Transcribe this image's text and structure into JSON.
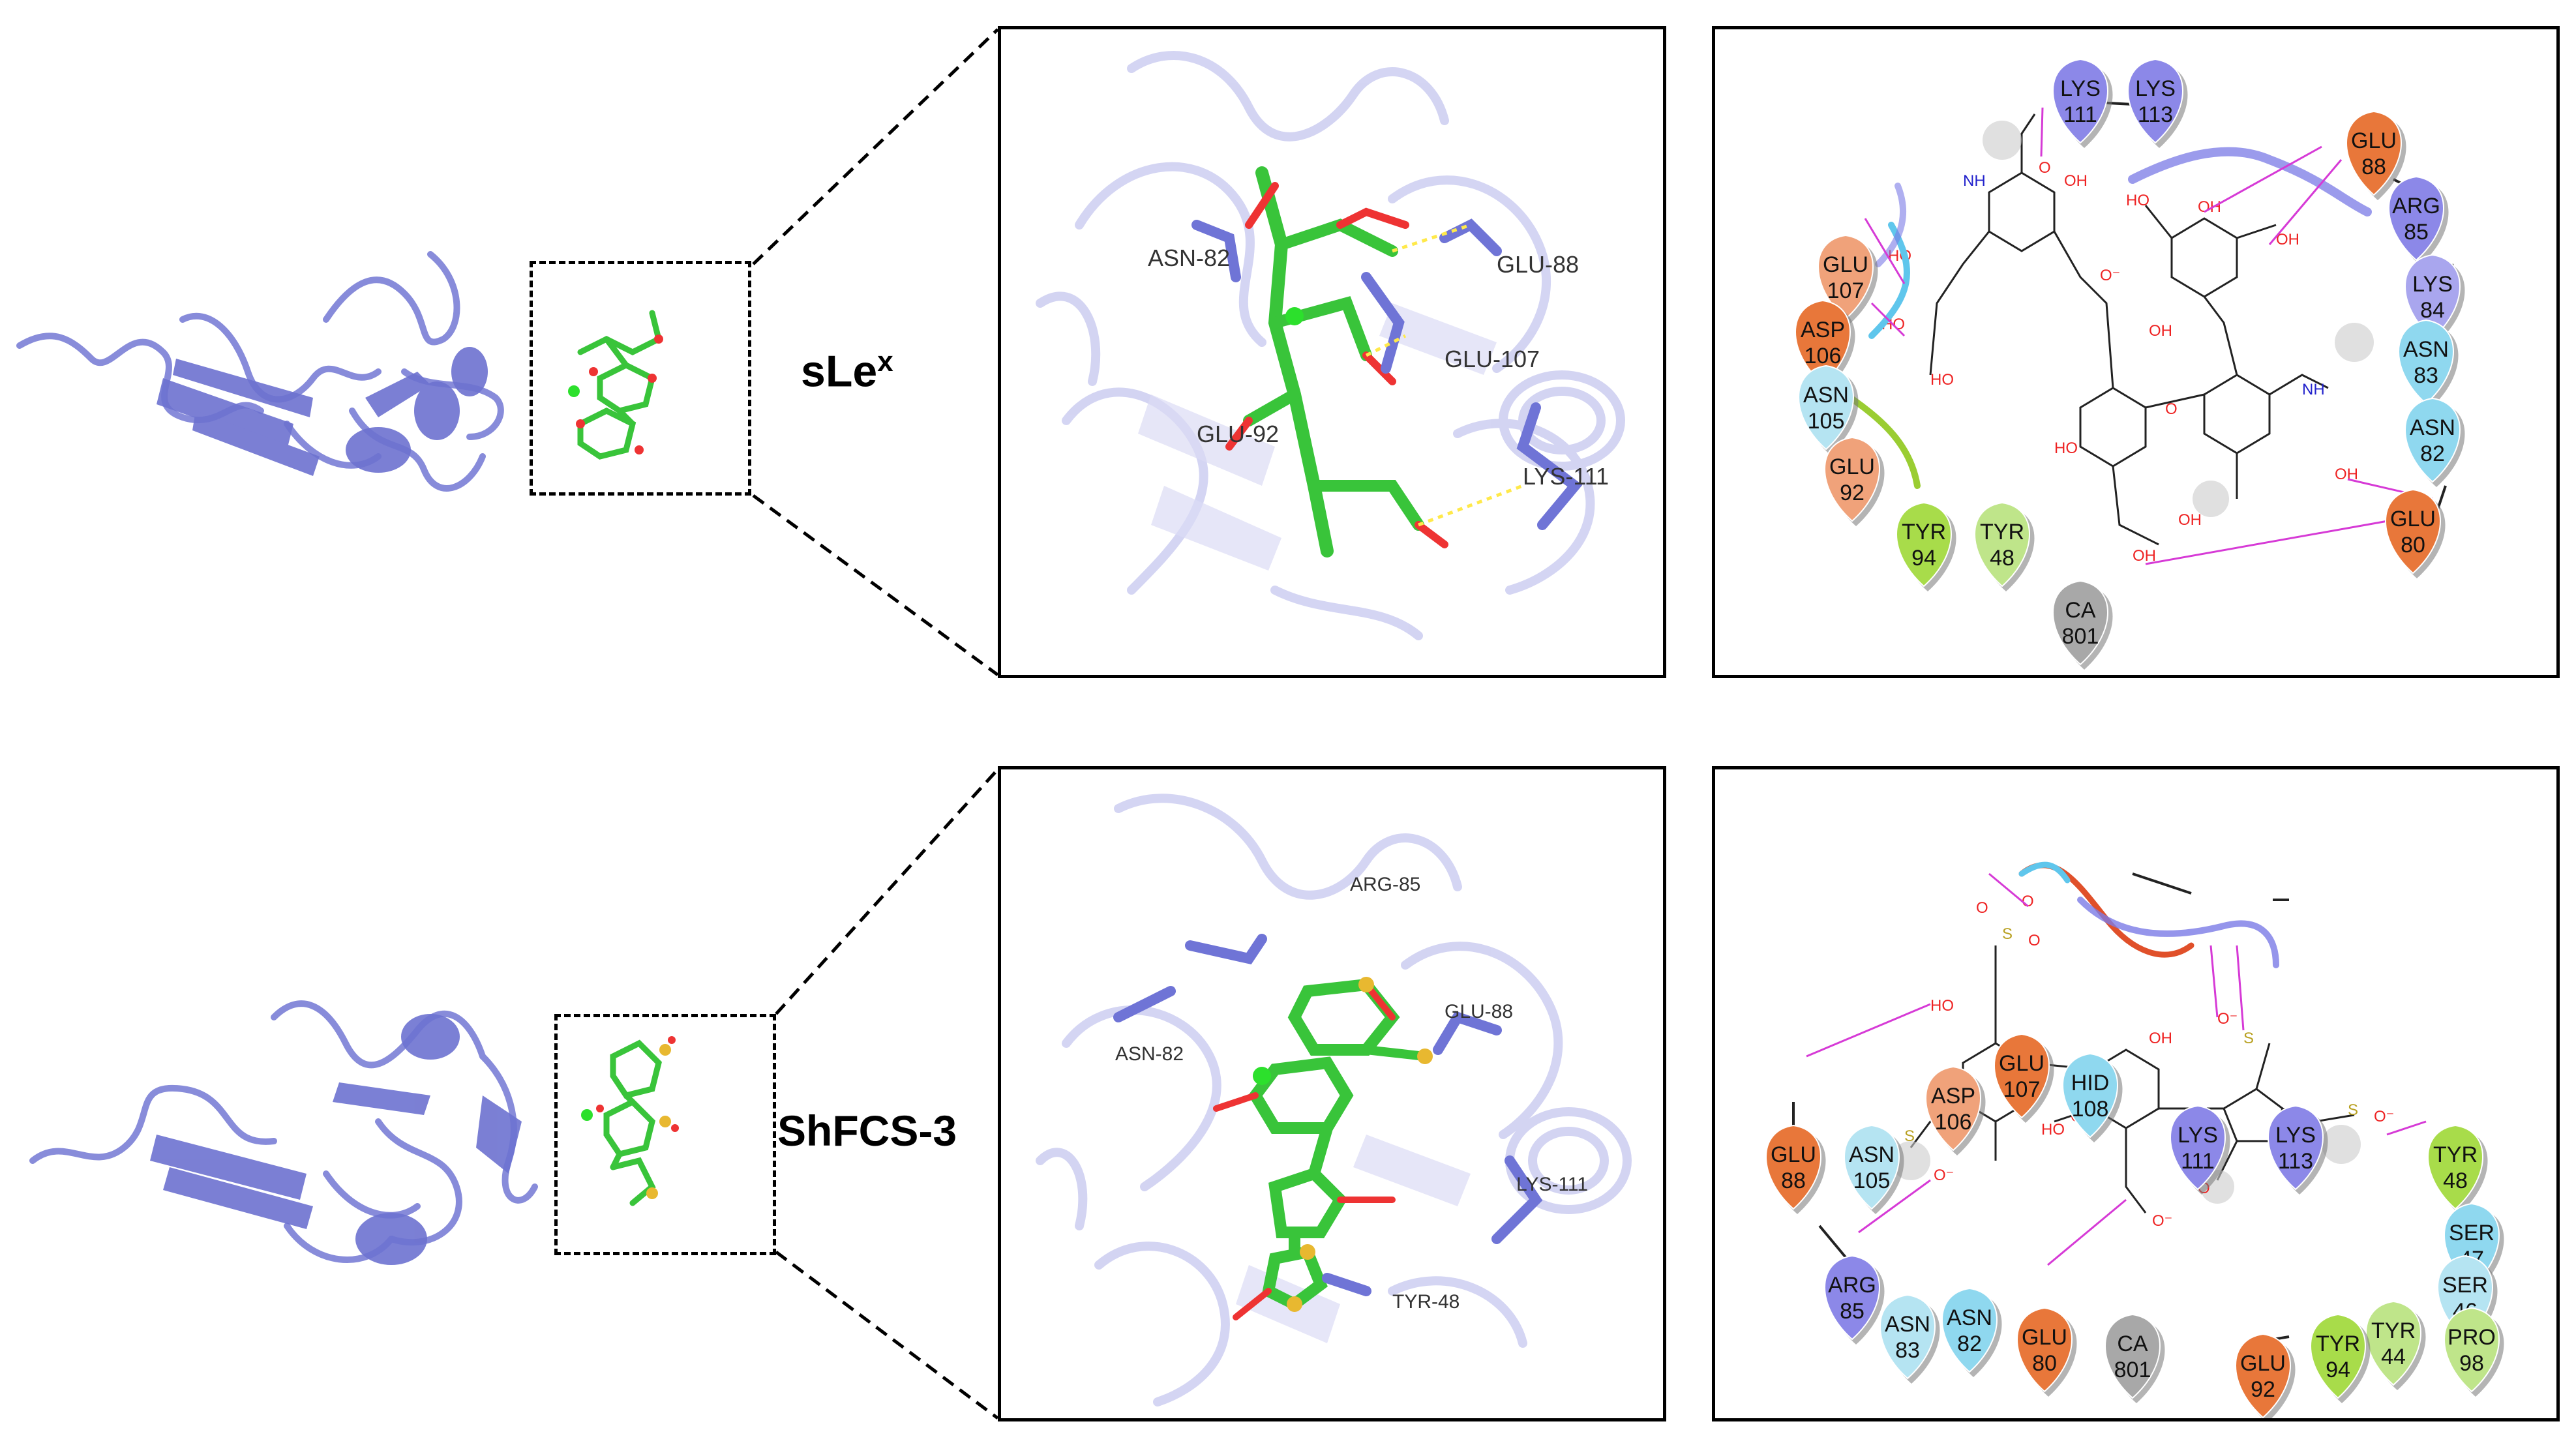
{
  "rows": [
    {
      "ligand_name": "sLe",
      "ligand_sup": "x",
      "zoom_labels": [
        "ASN-82",
        "GLU-88",
        "GLU-107",
        "GLU-92",
        "LYS-111"
      ],
      "residues": [
        {
          "name": "LYS",
          "num": "111",
          "color": "#8c88e8"
        },
        {
          "name": "LYS",
          "num": "113",
          "color": "#8c88e8"
        },
        {
          "name": "GLU",
          "num": "88",
          "color": "#e8773a"
        },
        {
          "name": "ARG",
          "num": "85",
          "color": "#8c88e8"
        },
        {
          "name": "LYS",
          "num": "84",
          "color": "#a9a6ee"
        },
        {
          "name": "ASN",
          "num": "83",
          "color": "#8fd8ef"
        },
        {
          "name": "ASN",
          "num": "82",
          "color": "#8fd8ef"
        },
        {
          "name": "GLU",
          "num": "80",
          "color": "#e8773a"
        },
        {
          "name": "GLU",
          "num": "107",
          "color": "#f0a27a"
        },
        {
          "name": "ASP",
          "num": "106",
          "color": "#e8773a"
        },
        {
          "name": "ASN",
          "num": "105",
          "color": "#b5e4f2"
        },
        {
          "name": "GLU",
          "num": "92",
          "color": "#f0a27a"
        },
        {
          "name": "TYR",
          "num": "94",
          "color": "#a8dc4a"
        },
        {
          "name": "TYR",
          "num": "48",
          "color": "#bfe58a"
        },
        {
          "name": "CA",
          "num": "801",
          "color": "#a8a8a8"
        }
      ]
    },
    {
      "ligand_name": "ShFCS-3",
      "ligand_sup": "",
      "zoom_labels": [
        "ARG-85",
        "GLU-88",
        "ASN-82",
        "LYS-111",
        "TYR-48"
      ],
      "residues": [
        {
          "name": "ASN",
          "num": "105",
          "color": "#b5e4f2"
        },
        {
          "name": "ASP",
          "num": "106",
          "color": "#f0a27a"
        },
        {
          "name": "GLU",
          "num": "107",
          "color": "#e8773a"
        },
        {
          "name": "HID",
          "num": "108",
          "color": "#8fd8ef"
        },
        {
          "name": "LYS",
          "num": "111",
          "color": "#8c88e8"
        },
        {
          "name": "LYS",
          "num": "113",
          "color": "#8c88e8"
        },
        {
          "name": "GLU",
          "num": "88",
          "color": "#e8773a"
        },
        {
          "name": "ARG",
          "num": "85",
          "color": "#8c88e8"
        },
        {
          "name": "ASN",
          "num": "83",
          "color": "#b5e4f2"
        },
        {
          "name": "ASN",
          "num": "82",
          "color": "#8fd8ef"
        },
        {
          "name": "GLU",
          "num": "80",
          "color": "#e8773a"
        },
        {
          "name": "CA",
          "num": "801",
          "color": "#a8a8a8"
        },
        {
          "name": "TYR",
          "num": "48",
          "color": "#a8dc4a"
        },
        {
          "name": "SER",
          "num": "47",
          "color": "#8fd8ef"
        },
        {
          "name": "SER",
          "num": "46",
          "color": "#b5e4f2"
        },
        {
          "name": "TYR",
          "num": "44",
          "color": "#bfe58a"
        },
        {
          "name": "PRO",
          "num": "98",
          "color": "#bfe58a"
        },
        {
          "name": "TYR",
          "num": "94",
          "color": "#a8dc4a"
        },
        {
          "name": "GLU",
          "num": "92",
          "color": "#e8773a"
        }
      ]
    }
  ],
  "atoms": {
    "oh": "OH",
    "o": "O",
    "o_minus": "O⁻",
    "nh": "NH",
    "ho": "HO",
    "s": "S"
  }
}
